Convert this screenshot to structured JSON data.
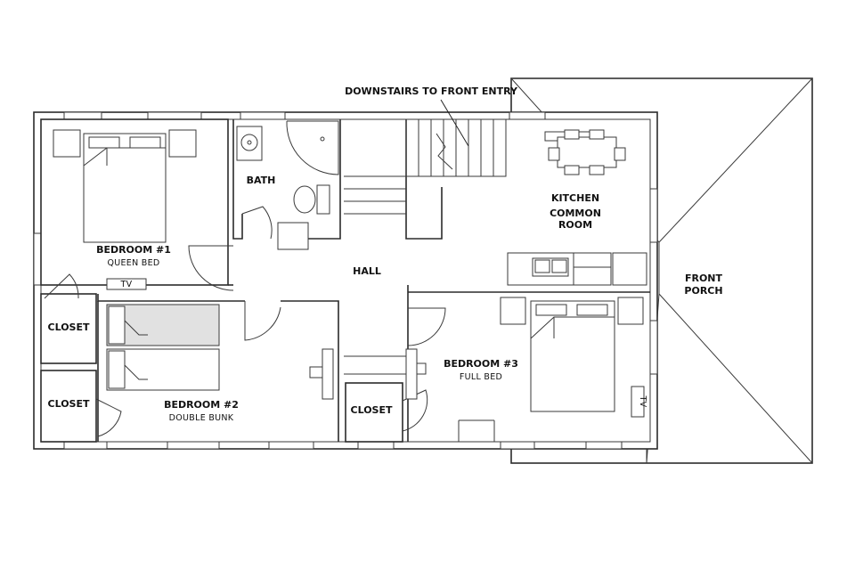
{
  "annotation": {
    "text": "DOWNSTAIRS TO FRONT ENTRY"
  },
  "rooms": {
    "bedroom1": {
      "title": "BEDROOM #1",
      "subtitle": "QUEEN BED"
    },
    "bedroom2": {
      "title": "BEDROOM #2",
      "subtitle": "DOUBLE BUNK"
    },
    "bedroom3": {
      "title": "BEDROOM #3",
      "subtitle": "FULL BED"
    },
    "bath": {
      "title": "BATH"
    },
    "hall": {
      "title": "HALL"
    },
    "kitchen": {
      "line1": "KITCHEN",
      "line2": "COMMON",
      "line3": "ROOM"
    },
    "porch": {
      "line1": "FRONT",
      "line2": "PORCH"
    },
    "closet1": {
      "title": "CLOSET"
    },
    "closet2": {
      "title": "CLOSET"
    },
    "closet3": {
      "title": "CLOSET"
    }
  },
  "fixtures": {
    "tv1": "TV",
    "tv2": "TV"
  }
}
